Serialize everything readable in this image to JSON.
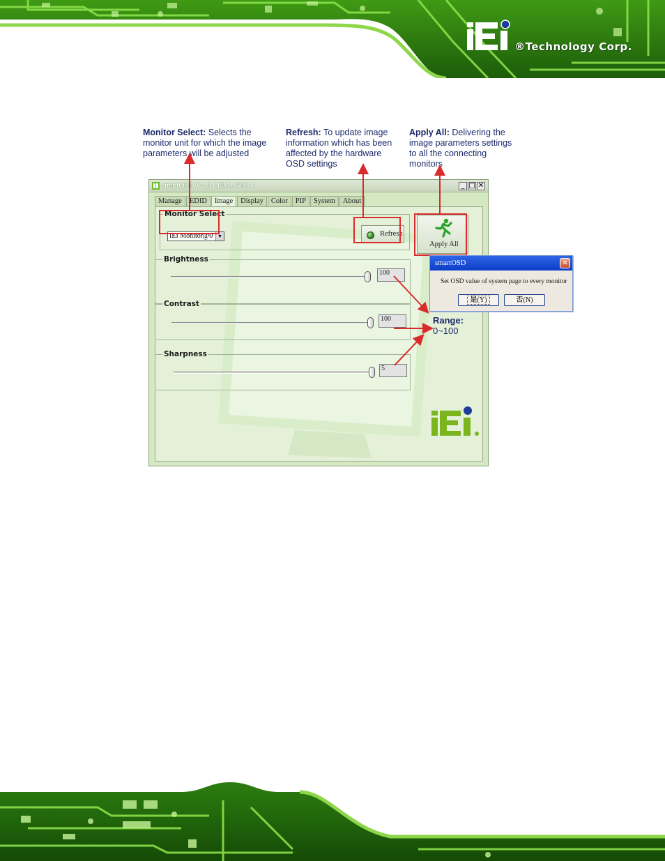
{
  "brand": {
    "logo_text": "iEi",
    "tagline": "®Technology Corp."
  },
  "annotations": {
    "monitor_select": {
      "label": "Monitor Select:",
      "lines": [
        "Selects the",
        "monitor unit for which the image",
        "parameters will be adjusted"
      ]
    },
    "refresh": {
      "label": "Refresh:",
      "lines": [
        "To update image",
        "information which has been",
        "affected by the hardware",
        "OSD settings"
      ]
    },
    "apply_all": {
      "label": "Apply All:",
      "lines": [
        "Delivering the",
        "image parameters settings",
        "to all the connecting",
        "monitors"
      ]
    },
    "range": {
      "label": "Range:",
      "value": "0~100"
    }
  },
  "window": {
    "title": "smartOSD V1.3 [ DM-150G ]",
    "controls": {
      "minimize": "_",
      "maximize": "□",
      "close": "✕"
    },
    "tabs": [
      {
        "label": "Manage",
        "active": false
      },
      {
        "label": "EDID",
        "active": false
      },
      {
        "label": "Image",
        "active": true
      },
      {
        "label": "Display",
        "active": false
      },
      {
        "label": "Color",
        "active": false
      },
      {
        "label": "PIP",
        "active": false
      },
      {
        "label": "System",
        "active": false
      },
      {
        "label": "About",
        "active": false
      }
    ],
    "monitor_select": {
      "label": "Monitor Select",
      "value": "IEI Monitor@0"
    },
    "refresh_button": "Refresh",
    "apply_all_button": "Apply All",
    "sliders": [
      {
        "label": "Brightness",
        "value": "100",
        "level": 1.0
      },
      {
        "label": "Contrast",
        "value": "100",
        "level": 1.0
      },
      {
        "label": "Sharpness",
        "value": "5",
        "level": 1.0
      }
    ],
    "watermark_logo": "iEi"
  },
  "dialog": {
    "title": "smartOSD",
    "message": "Set OSD value of system page to every monitor",
    "yes_button": "是(Y)",
    "no_button": "否(N)",
    "close": "✕"
  },
  "colors": {
    "circuit_green": "#5cc21c",
    "annotation_text": "#1d2a6b",
    "callout_red": "#d92b2b",
    "logo_green": "#7ab51d",
    "logo_blue": "#1f3c9c"
  }
}
